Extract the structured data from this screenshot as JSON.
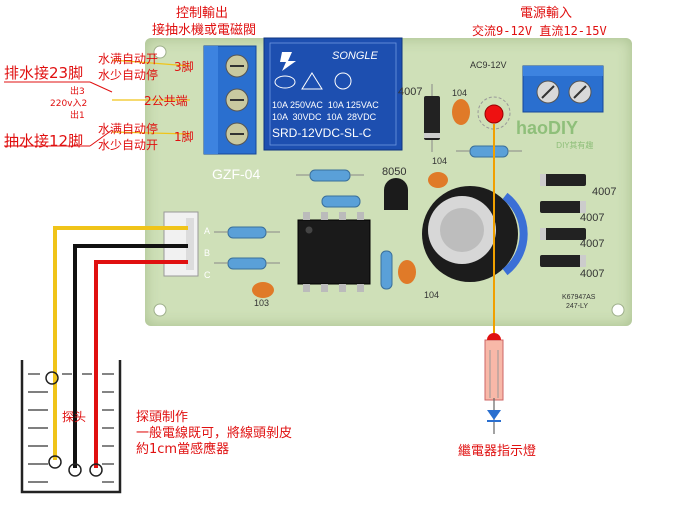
{
  "annotations": {
    "control_output": "控制輸出",
    "control_output_sub": "接抽水機或電磁閥",
    "power_input": "電源輸入",
    "power_input_sub": "交流9-12V 直流12-15V",
    "drain_label": "排水接23脚",
    "drain_full": "水满自动开",
    "drain_low": "水少自动停",
    "pin3": "3脚",
    "out3": "出3",
    "v220": "220v入2",
    "common2": "2公共端",
    "out1": "出1",
    "pump_label": "抽水接12脚",
    "pump_full": "水满自动停",
    "pump_low": "水少自动开",
    "pin1": "1脚",
    "probe_title": "探頭制作",
    "probe_line1": "一般電線既可，將線頭剝皮",
    "probe_line2": "約1cm當感應器",
    "probe_tag": "探头",
    "relay_led": "繼電器指示燈"
  },
  "board": {
    "model": "GZF-04",
    "relay_brand": "SONGLE",
    "relay_l1": "10A 250VAC  10A 125VAC",
    "relay_l2": "10A  30VDC  10A  28VDC",
    "relay_model": "SRD-12VDC-SL-C",
    "ac_label": "AC9-12V",
    "transistor": "8050",
    "cap_104a": "104",
    "cap_104b": "104",
    "cap_104c": "104",
    "cap_103": "103",
    "diode_top": "4007",
    "diode1": "4007",
    "diode2": "4007",
    "diode3": "4007",
    "diode4": "4007",
    "pin_a": "A",
    "pin_b": "B",
    "pin_c": "C",
    "watermark": "haoDIY",
    "watermark_sub": "DIY其有趣",
    "code1": "K67947AS",
    "code2": "247-LY"
  },
  "colors": {
    "pcb": "#cfe0b8",
    "relay": "#1d4fb0",
    "terminal": "#2a6fcf",
    "wire_yellow": "#f0c419",
    "wire_black": "#111111",
    "wire_red": "#e01010",
    "label_red": "#e01010"
  }
}
